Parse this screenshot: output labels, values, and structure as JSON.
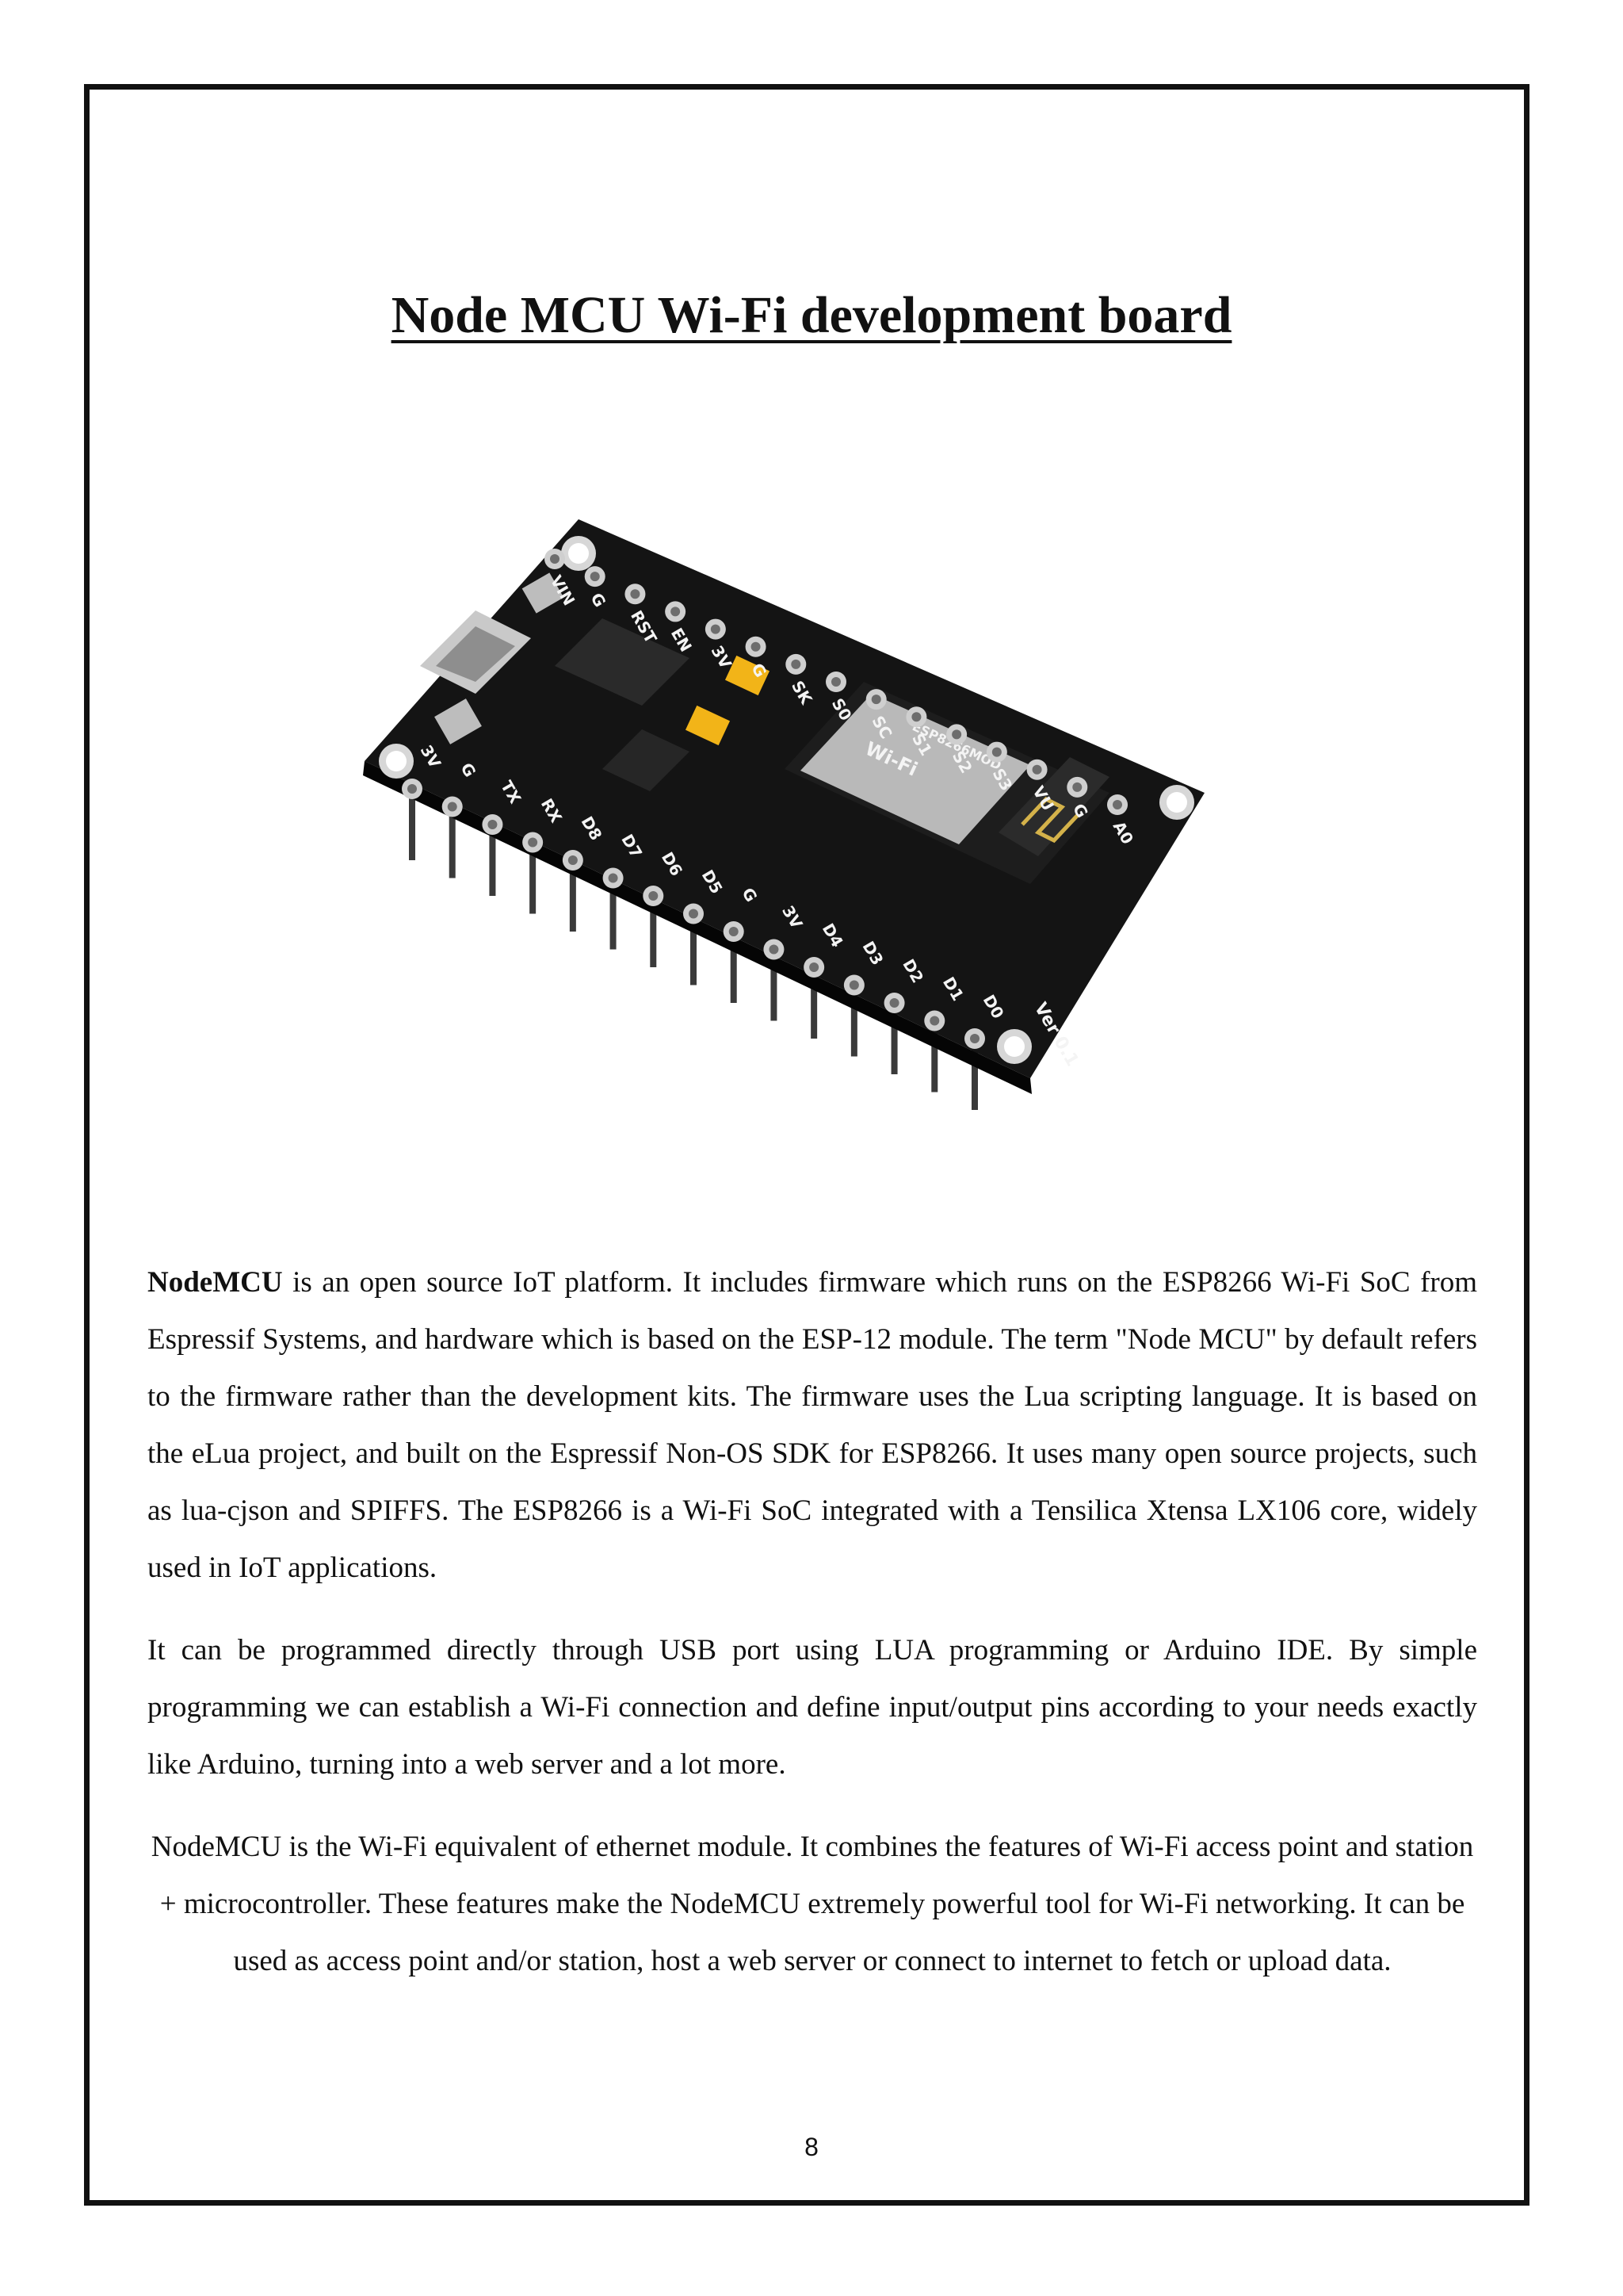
{
  "page": {
    "title": "Node MCU Wi-Fi development board",
    "page_number": "8"
  },
  "figure": {
    "top_pins": [
      "VIN",
      "G",
      "RST",
      "EN",
      "3V",
      "G",
      "SK",
      "S0",
      "SC",
      "S1",
      "S2",
      "S3",
      "VU",
      "G",
      "A0"
    ],
    "bottom_pins": [
      "3V",
      "G",
      "TX",
      "RX",
      "D8",
      "D7",
      "D6",
      "D5",
      "G",
      "3V",
      "D4",
      "D3",
      "D2",
      "D1",
      "D0"
    ],
    "module_labels": [
      "Wi-Fi",
      "ESP8266MOD"
    ],
    "version_label": "Ver 0.1"
  },
  "paragraphs": {
    "p1_lead": "NodeMCU",
    "p1_rest": " is an open source IoT platform. It includes firmware which runs on the ESP8266 Wi-Fi SoC from Espressif Systems, and hardware which is based on the ESP-12 module. The term \"Node MCU\" by default refers to the firmware rather than the development kits. The firmware uses the Lua scripting language. It is based on the eLua project, and built on the Espressif Non-OS SDK for ESP8266. It uses many open source projects, such as lua-cjson and SPIFFS. The ESP8266 is a Wi-Fi SoC integrated with a Tensilica Xtensa LX106 core, widely used in IoT applications.",
    "p2": "It can be programmed directly through USB port using LUA programming or Arduino IDE. By simple programming we can establish a Wi-Fi connection and define input/output pins according to your needs exactly like Arduino, turning into a web server and a lot more.",
    "p3": "NodeMCU is the Wi-Fi equivalent of ethernet module. It combines the features of Wi-Fi access point and station + microcontroller. These features make the NodeMCU extremely powerful tool for Wi-Fi networking. It can be used as access point and/or station, host a web server or connect to internet to fetch or upload data."
  }
}
